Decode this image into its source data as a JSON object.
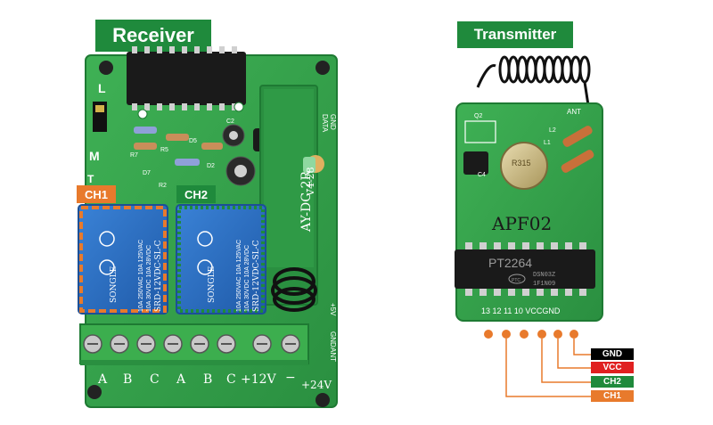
{
  "receiver": {
    "title": "Receiver",
    "ch1_label": "CH1",
    "ch2_label": "CH2",
    "relay_brand": "SONGLE",
    "relay_model": "SRD-12VDC-SL-C",
    "relay_rating_1": "10A 250VAC 10A 125VAC",
    "relay_rating_2": "10A 30VDC 10A 28VDC",
    "board_model": "AY-DC-2R",
    "board_rev": "V4-28",
    "terminal_labels": [
      "A",
      "B",
      "C",
      "A",
      "B",
      "C",
      "+12V",
      "−",
      "+24V"
    ],
    "header_labels": [
      "GND",
      "DATA",
      "+5V",
      "GND",
      "ANT"
    ],
    "marks": [
      "L",
      "M",
      "T",
      "R7",
      "R5",
      "D2",
      "D5",
      "D7",
      "R2",
      "C2"
    ]
  },
  "transmitter": {
    "title": "Transmitter",
    "module_name": "APF02",
    "chip_label": "PT2264",
    "chip_sub_1": "DSN03Z",
    "chip_sub_2": "1F1N09",
    "chip_logo": "PTC",
    "crystal_label": "R315",
    "ant_label": "ANT",
    "component_labels": [
      "Q2",
      "L2",
      "L1",
      "C4"
    ],
    "pin_row": "13 12 11 10 VCCGND",
    "wires": [
      {
        "name": "GND",
        "bg": "#000000",
        "fg": "#ffffff"
      },
      {
        "name": "VCC",
        "bg": "#e02020",
        "fg": "#ffffff"
      },
      {
        "name": "CH2",
        "bg": "#1f8a3c",
        "fg": "#ffffff"
      },
      {
        "name": "CH1",
        "bg": "#e87a2c",
        "fg": "#ffffff"
      }
    ]
  },
  "colors": {
    "pcb_green": "#34a04a",
    "pcb_dark": "#1e7a33",
    "relay_blue": "#2a6fc4",
    "accent_orange": "#e87a2c",
    "accent_green": "#1f8a3c"
  }
}
